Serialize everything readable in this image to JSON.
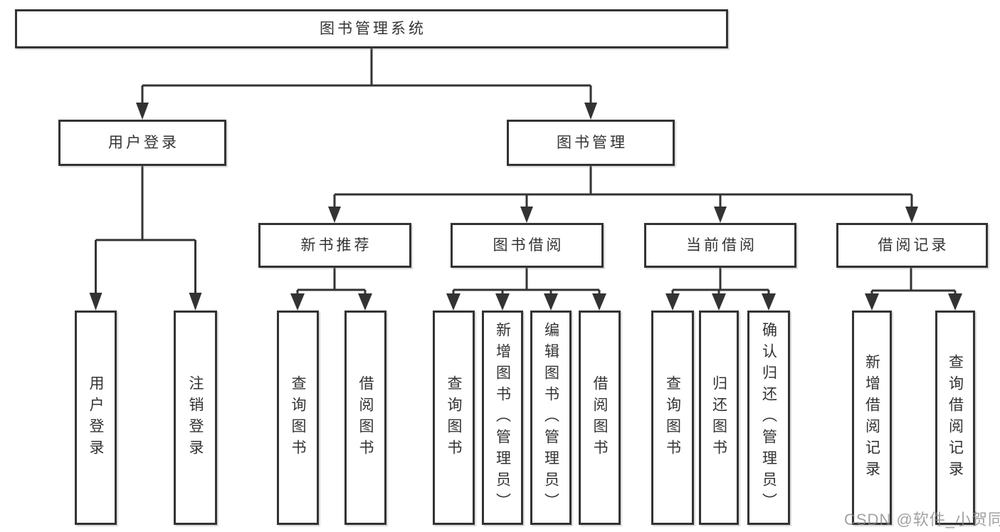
{
  "colors": {
    "line": "#333333",
    "box_border": "#333333",
    "text": "#333333",
    "background": "#ffffff",
    "watermark": "#87878c"
  },
  "nodes": {
    "root": "图书管理系统",
    "user_login": "用户登录",
    "book_management": "图书管理",
    "new_book_recommend": "新书推荐",
    "book_borrow": "图书借阅",
    "current_borrow": "当前借阅",
    "borrow_records": "借阅记录",
    "leaf_user_login": "用户登录",
    "leaf_logout": "注销登录",
    "nb_query_book": "查询图书",
    "nb_borrow_book": "借阅图书",
    "bb_query_book": "查询图书",
    "bb_add_book": "新增图书（管理员）",
    "bb_edit_book": "编辑图书（管理员）",
    "bb_borrow_book": "借阅图书",
    "cb_query_book": "查询图书",
    "cb_return_book": "归还图书",
    "cb_confirm_return": "确认归还（管理员）",
    "br_add_record": "新增借阅记录",
    "br_query_record": "查询借阅记录"
  },
  "hierarchy": {
    "图书管理系统": [
      "用户登录",
      "图书管理"
    ],
    "用户登录": [
      "用户登录",
      "注销登录"
    ],
    "图书管理": [
      "新书推荐",
      "图书借阅",
      "当前借阅",
      "借阅记录"
    ],
    "新书推荐": [
      "查询图书",
      "借阅图书"
    ],
    "图书借阅": [
      "查询图书",
      "新增图书（管理员）",
      "编辑图书（管理员）",
      "借阅图书"
    ],
    "当前借阅": [
      "查询图书",
      "归还图书",
      "确认归还（管理员）"
    ],
    "借阅记录": [
      "新增借阅记录",
      "查询借阅记录"
    ]
  },
  "watermark": {
    "text": "CSDN @软件_小贺同学"
  }
}
